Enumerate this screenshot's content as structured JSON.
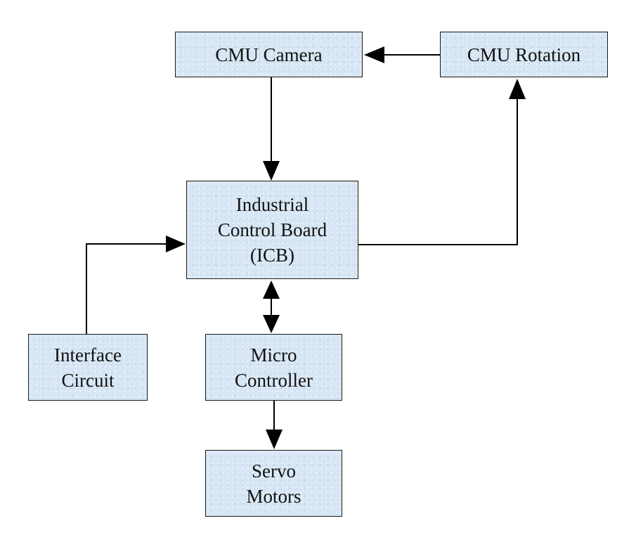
{
  "diagram": {
    "nodes": {
      "cmu_camera": "CMU Camera",
      "cmu_rotation": "CMU Rotation",
      "icb": "Industrial\nControl Board\n(ICB)",
      "interface_circuit": "Interface\nCircuit",
      "micro_controller": "Micro\nController",
      "servo_motors": "Servo\nMotors"
    },
    "edges": [
      {
        "from": "cmu_rotation",
        "to": "cmu_camera",
        "direction": "forward"
      },
      {
        "from": "cmu_camera",
        "to": "icb",
        "direction": "forward"
      },
      {
        "from": "icb",
        "to": "cmu_rotation",
        "direction": "forward"
      },
      {
        "from": "interface_circuit",
        "to": "icb",
        "direction": "forward"
      },
      {
        "from": "icb",
        "to": "micro_controller",
        "direction": "bidirectional"
      },
      {
        "from": "micro_controller",
        "to": "servo_motors",
        "direction": "forward"
      }
    ],
    "colors": {
      "box_fill": "#d7e6f4",
      "line": "#000000"
    }
  }
}
